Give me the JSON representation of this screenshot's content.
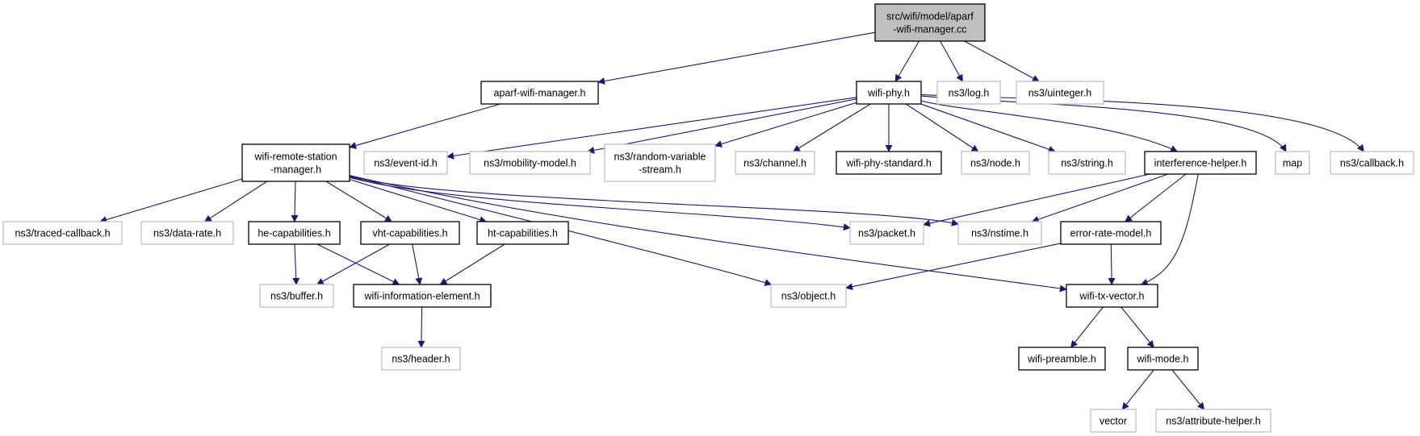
{
  "colors": {
    "edge": "#191970",
    "root_fill": "#bfbfbf",
    "documented_border": "#000000",
    "external_border": "#bfbfbf",
    "text": "#000000"
  },
  "nodes": [
    {
      "id": "root",
      "lines": [
        "src/wifi/model/aparf",
        "-wifi-manager.cc"
      ],
      "kind": "root"
    },
    {
      "id": "aparf_h",
      "lines": [
        "aparf-wifi-manager.h"
      ],
      "kind": "doc"
    },
    {
      "id": "wifi_phy",
      "lines": [
        "wifi-phy.h"
      ],
      "kind": "doc"
    },
    {
      "id": "log",
      "lines": [
        "ns3/log.h"
      ],
      "kind": "ext"
    },
    {
      "id": "uinteger",
      "lines": [
        "ns3/uinteger.h"
      ],
      "kind": "ext"
    },
    {
      "id": "wrsm",
      "lines": [
        "wifi-remote-station",
        "-manager.h"
      ],
      "kind": "doc"
    },
    {
      "id": "event_id",
      "lines": [
        "ns3/event-id.h"
      ],
      "kind": "ext"
    },
    {
      "id": "mobility",
      "lines": [
        "ns3/mobility-model.h"
      ],
      "kind": "ext"
    },
    {
      "id": "rvs",
      "lines": [
        "ns3/random-variable",
        "-stream.h"
      ],
      "kind": "ext"
    },
    {
      "id": "channel",
      "lines": [
        "ns3/channel.h"
      ],
      "kind": "ext"
    },
    {
      "id": "phy_std",
      "lines": [
        "wifi-phy-standard.h"
      ],
      "kind": "doc"
    },
    {
      "id": "node",
      "lines": [
        "ns3/node.h"
      ],
      "kind": "ext"
    },
    {
      "id": "string",
      "lines": [
        "ns3/string.h"
      ],
      "kind": "ext"
    },
    {
      "id": "interf",
      "lines": [
        "interference-helper.h"
      ],
      "kind": "doc"
    },
    {
      "id": "map",
      "lines": [
        "map"
      ],
      "kind": "ext"
    },
    {
      "id": "callback",
      "lines": [
        "ns3/callback.h"
      ],
      "kind": "ext"
    },
    {
      "id": "traced_cb",
      "lines": [
        "ns3/traced-callback.h"
      ],
      "kind": "ext"
    },
    {
      "id": "data_rate",
      "lines": [
        "ns3/data-rate.h"
      ],
      "kind": "ext"
    },
    {
      "id": "he_cap",
      "lines": [
        "he-capabilities.h"
      ],
      "kind": "doc"
    },
    {
      "id": "vht_cap",
      "lines": [
        "vht-capabilities.h"
      ],
      "kind": "doc"
    },
    {
      "id": "ht_cap",
      "lines": [
        "ht-capabilities.h"
      ],
      "kind": "doc"
    },
    {
      "id": "packet",
      "lines": [
        "ns3/packet.h"
      ],
      "kind": "ext"
    },
    {
      "id": "nstime",
      "lines": [
        "ns3/nstime.h"
      ],
      "kind": "ext"
    },
    {
      "id": "err_rate",
      "lines": [
        "error-rate-model.h"
      ],
      "kind": "doc"
    },
    {
      "id": "buffer",
      "lines": [
        "ns3/buffer.h"
      ],
      "kind": "ext"
    },
    {
      "id": "wie",
      "lines": [
        "wifi-information-element.h"
      ],
      "kind": "doc"
    },
    {
      "id": "object",
      "lines": [
        "ns3/object.h"
      ],
      "kind": "ext"
    },
    {
      "id": "txvec",
      "lines": [
        "wifi-tx-vector.h"
      ],
      "kind": "doc"
    },
    {
      "id": "header",
      "lines": [
        "ns3/header.h"
      ],
      "kind": "ext"
    },
    {
      "id": "preamble",
      "lines": [
        "wifi-preamble.h"
      ],
      "kind": "doc"
    },
    {
      "id": "mode",
      "lines": [
        "wifi-mode.h"
      ],
      "kind": "doc"
    },
    {
      "id": "vector",
      "lines": [
        "vector"
      ],
      "kind": "ext"
    },
    {
      "id": "attr_helper",
      "lines": [
        "ns3/attribute-helper.h"
      ],
      "kind": "ext"
    }
  ],
  "edges": [
    {
      "from": "root",
      "to": "aparf_h"
    },
    {
      "from": "root",
      "to": "wifi_phy"
    },
    {
      "from": "root",
      "to": "log"
    },
    {
      "from": "root",
      "to": "uinteger"
    },
    {
      "from": "aparf_h",
      "to": "wrsm"
    },
    {
      "from": "wifi_phy",
      "to": "event_id"
    },
    {
      "from": "wifi_phy",
      "to": "mobility"
    },
    {
      "from": "wifi_phy",
      "to": "rvs"
    },
    {
      "from": "wifi_phy",
      "to": "channel"
    },
    {
      "from": "wifi_phy",
      "to": "phy_std"
    },
    {
      "from": "wifi_phy",
      "to": "node"
    },
    {
      "from": "wifi_phy",
      "to": "string"
    },
    {
      "from": "wifi_phy",
      "to": "interf"
    },
    {
      "from": "wifi_phy",
      "to": "map"
    },
    {
      "from": "wifi_phy",
      "to": "callback"
    },
    {
      "from": "wrsm",
      "to": "traced_cb"
    },
    {
      "from": "wrsm",
      "to": "data_rate"
    },
    {
      "from": "wrsm",
      "to": "he_cap"
    },
    {
      "from": "wrsm",
      "to": "vht_cap"
    },
    {
      "from": "wrsm",
      "to": "ht_cap"
    },
    {
      "from": "wrsm",
      "to": "packet"
    },
    {
      "from": "wrsm",
      "to": "nstime"
    },
    {
      "from": "wrsm",
      "to": "object"
    },
    {
      "from": "wrsm",
      "to": "txvec"
    },
    {
      "from": "he_cap",
      "to": "buffer"
    },
    {
      "from": "he_cap",
      "to": "wie"
    },
    {
      "from": "vht_cap",
      "to": "buffer"
    },
    {
      "from": "vht_cap",
      "to": "wie"
    },
    {
      "from": "ht_cap",
      "to": "wie"
    },
    {
      "from": "wie",
      "to": "header"
    },
    {
      "from": "interf",
      "to": "packet"
    },
    {
      "from": "interf",
      "to": "nstime"
    },
    {
      "from": "interf",
      "to": "err_rate"
    },
    {
      "from": "interf",
      "to": "txvec"
    },
    {
      "from": "err_rate",
      "to": "object"
    },
    {
      "from": "err_rate",
      "to": "txvec"
    },
    {
      "from": "txvec",
      "to": "preamble"
    },
    {
      "from": "txvec",
      "to": "mode"
    },
    {
      "from": "mode",
      "to": "vector"
    },
    {
      "from": "mode",
      "to": "attr_helper"
    }
  ]
}
